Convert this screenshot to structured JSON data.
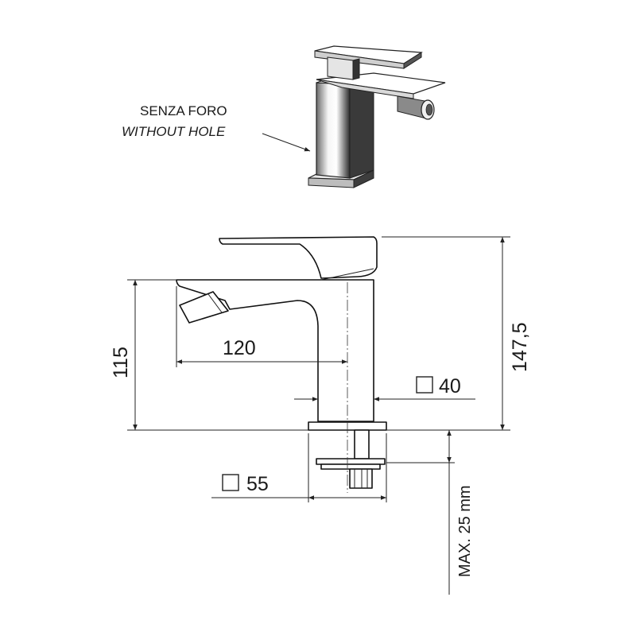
{
  "note": {
    "line_it": "SENZA FORO",
    "line_en": "WITHOUT HOLE"
  },
  "dimensions": {
    "width_spout": "120",
    "height_spout": "115",
    "height_total": "147,5",
    "body_square": "40",
    "base_square": "55",
    "max_thickness": "MAX. 25 mm"
  },
  "icons": {
    "square": "square-symbol-icon",
    "arrow": "arrow-icon"
  },
  "colors": {
    "line": "#111111",
    "metal_dark": "#4a4a4a",
    "metal_light": "#f2f2f2"
  }
}
